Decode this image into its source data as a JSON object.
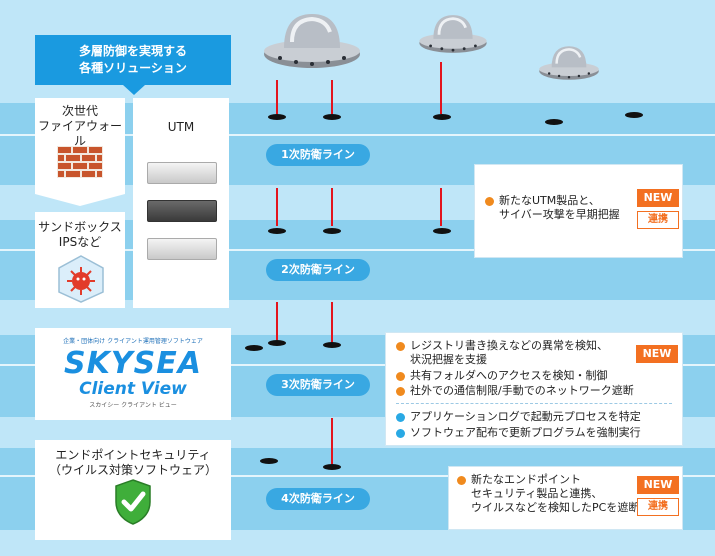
{
  "header": {
    "line1": "多層防御を実現する",
    "line2": "各種ソリューション"
  },
  "solutions": {
    "firewall": {
      "line1": "次世代",
      "line2": "ファイアウォール"
    },
    "utm": {
      "label": "UTM"
    },
    "sandbox": {
      "line1": "サンドボックス",
      "line2": "IPSなど"
    },
    "skysea": {
      "tagline": "企業・団体向け クライアント運用管理ソフトウェア",
      "brand_top": "SKYSEA",
      "brand_bottom": "Client View",
      "reading": "スカイシー クライアント ビュー"
    },
    "endpoint": {
      "line1": "エンドポイントセキュリティ",
      "line2": "（ウイルス対策ソフトウェア）"
    }
  },
  "defense_lines": [
    "1次防衛ライン",
    "2次防衛ライン",
    "3次防衛ライン",
    "4次防衛ライン"
  ],
  "feature_boxes": {
    "utm_box": {
      "bullets": [
        {
          "line1": "新たなUTM製品と、",
          "line2": "サイバー攻撃を早期把握",
          "color": "#f08a1e"
        }
      ],
      "badge_new": "NEW",
      "badge_link": "連携"
    },
    "skysea_box": {
      "group1": [
        {
          "line1": "レジストリ書き換えなどの異常を検知、",
          "line2": "状況把握を支援",
          "color": "#f08a1e"
        },
        {
          "line1": "共有フォルダへのアクセスを検知・制御",
          "color": "#f08a1e"
        },
        {
          "line1": "社外での通信制限/手動でのネットワーク遮断",
          "color": "#f08a1e"
        }
      ],
      "group2": [
        {
          "line1": "アプリケーションログで起動元プロセスを特定",
          "color": "#29a9e4"
        },
        {
          "line1": "ソフトウェア配布で更新プログラムを強制実行",
          "color": "#29a9e4"
        }
      ],
      "badge_new": "NEW"
    },
    "endpoint_box": {
      "bullets": [
        {
          "line1": "新たなエンドポイント",
          "line2": "セキュリティ製品と連携、",
          "line3": "ウイルスなどを検知したPCを遮断",
          "color": "#f08a1e"
        }
      ],
      "badge_new": "NEW",
      "badge_link": "連携"
    }
  },
  "colors": {
    "header_blue": "#1a9ae0",
    "pill_blue": "#39a8e2",
    "accent_orange": "#f37021",
    "needle_red": "#e3141d"
  },
  "icons": [
    "ufo-icon",
    "brick-wall-icon",
    "appliance-icon",
    "virus-box-icon",
    "shield-check-icon"
  ]
}
